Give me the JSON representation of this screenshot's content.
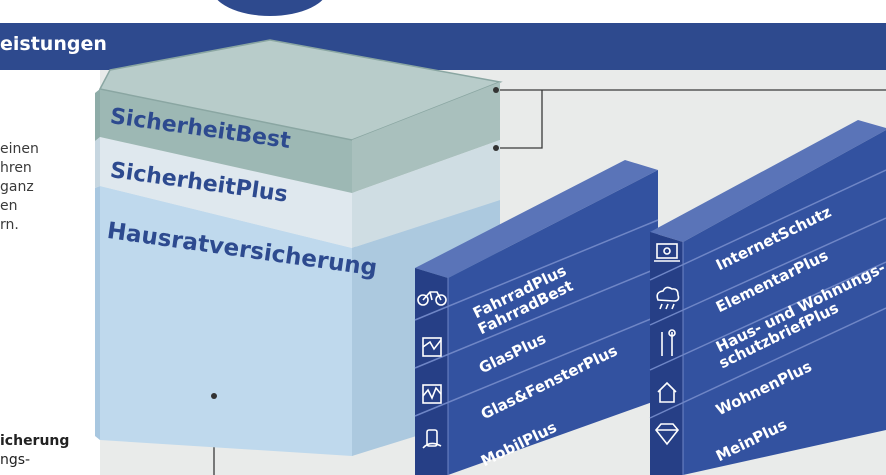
{
  "header": {
    "title": "eistungen"
  },
  "side_text": {
    "lines": [
      "einen",
      "hren",
      "ganz",
      "en",
      "rn."
    ]
  },
  "bottom_label": {
    "title": "icherung",
    "sub": "ngs-"
  },
  "stack": {
    "top": "SicherheitBest",
    "middle": "SicherheitPlus",
    "base": "Hausratversicherung"
  },
  "left_tower": {
    "items": [
      {
        "icon": "bicycle-icon",
        "labels": [
          "FahrradPlus",
          "FahrradBest"
        ]
      },
      {
        "icon": "broken-window-icon",
        "labels": [
          "GlasPlus"
        ]
      },
      {
        "icon": "broken-glass-icon",
        "labels": [
          "Glas&FensterPlus"
        ]
      },
      {
        "icon": "hand-phone-icon",
        "labels": [
          "MobilPlus"
        ]
      }
    ]
  },
  "right_tower": {
    "items": [
      {
        "icon": "laptop-at-icon",
        "labels": [
          "InternetSchutz"
        ]
      },
      {
        "icon": "rain-cloud-icon",
        "labels": [
          "ElementarPlus"
        ]
      },
      {
        "icon": "tools-icon",
        "labels": [
          "Haus- und Wohnungs-",
          "schutzbriefPlus"
        ]
      },
      {
        "icon": "house-hand-icon",
        "labels": [
          "WohnenPlus"
        ]
      },
      {
        "icon": "diamond-icon",
        "labels": [
          "MeinPlus"
        ]
      }
    ]
  },
  "colors": {
    "header": "#2e4a8e",
    "box_dark": "#2f4c9c",
    "stack_text": "#2d4a8f"
  }
}
